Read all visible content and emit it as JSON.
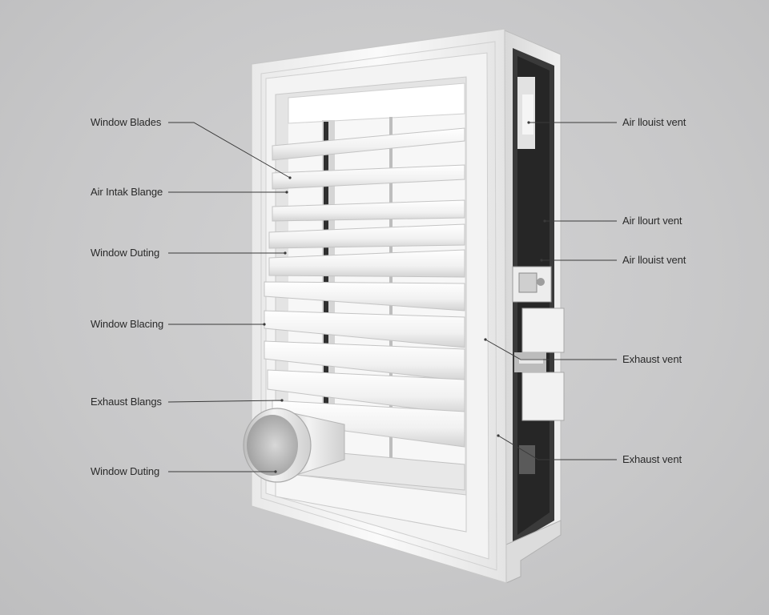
{
  "labels_left": [
    {
      "text": "Window Blades"
    },
    {
      "text": "Air Intak Blange"
    },
    {
      "text": "Window Duting"
    },
    {
      "text": "Window Blacing"
    },
    {
      "text": "Exhaust Blangs"
    },
    {
      "text": "Window Duting"
    }
  ],
  "labels_right": [
    {
      "text": "Air llouist vent"
    },
    {
      "text": "Air llourt vent"
    },
    {
      "text": "Air llouist vent"
    },
    {
      "text": "Exhaust vent"
    },
    {
      "text": "Exhaust vent"
    }
  ],
  "colors": {
    "background": "#c9c9ca",
    "frame": "#f4f4f4",
    "frame_shadow": "#dcdcdc",
    "dark_panel": "#2e2e2e",
    "leader_line": "#3a3a3a",
    "label_text": "#2a2a2a"
  }
}
